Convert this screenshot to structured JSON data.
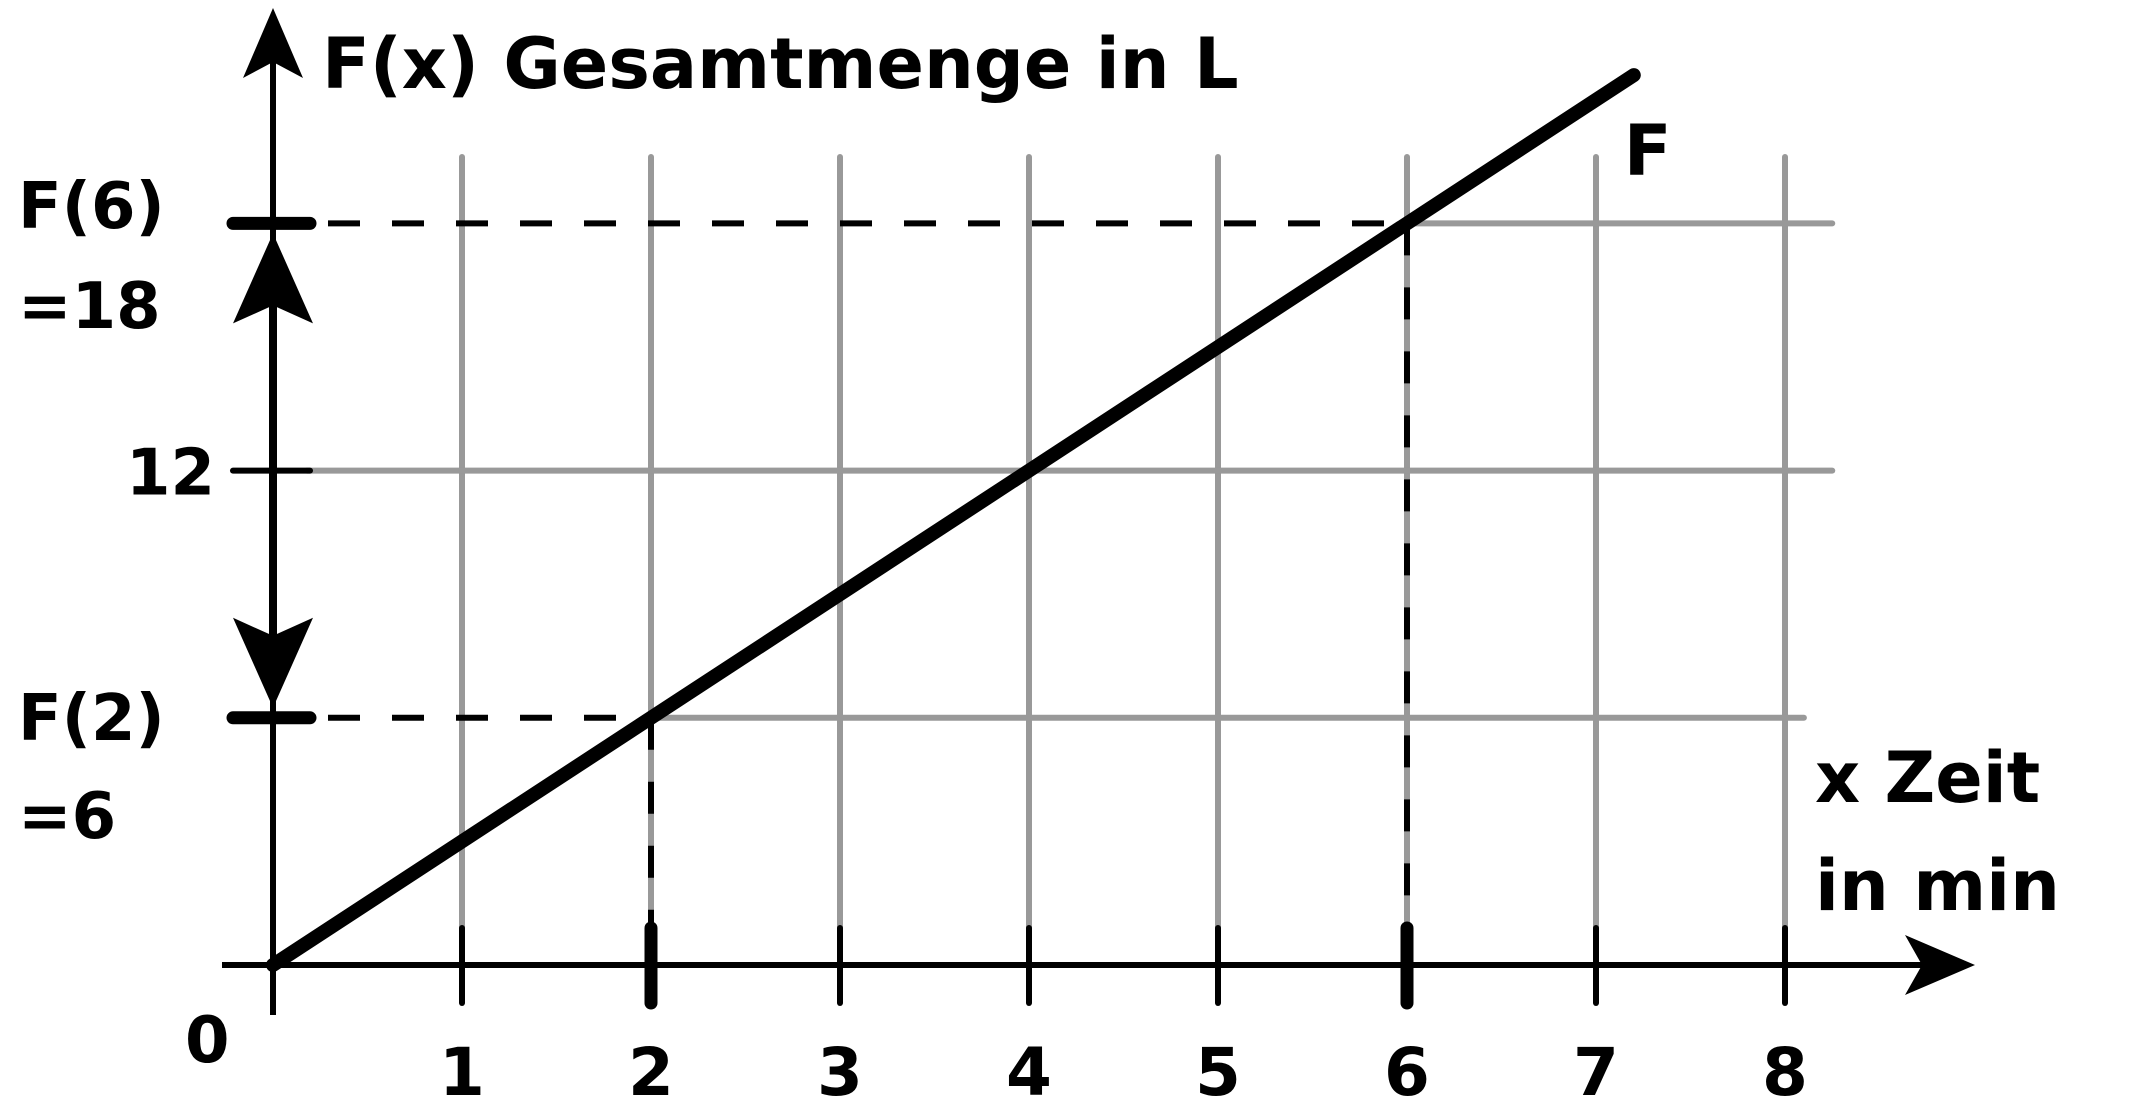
{
  "chart_data": {
    "type": "line",
    "title": "",
    "ylabel": "F(x) Gesamtmenge in L",
    "xlabel_line1": "x Zeit",
    "xlabel_line2": "in min",
    "origin_label": "0",
    "xlim": [
      0,
      8.5
    ],
    "ylim": [
      0,
      23
    ],
    "x_ticks": [
      1,
      2,
      3,
      4,
      5,
      6,
      7,
      8
    ],
    "x_tick_labels": [
      "1",
      "2",
      "3",
      "4",
      "5",
      "6",
      "7",
      "8"
    ],
    "y_ticks": [
      6,
      12,
      18
    ],
    "y_tick_labels": [
      "",
      "12",
      ""
    ],
    "grid": true,
    "series": [
      {
        "name": "F",
        "x": [
          0,
          7.2
        ],
        "y": [
          0,
          21.6
        ],
        "color": "#000000"
      }
    ],
    "annotations": [
      {
        "text_line1": "F(6)",
        "text_line2": "=18",
        "x": 6,
        "y": 18
      },
      {
        "text_line1": "F(2)",
        "text_line2": "=6",
        "x": 2,
        "y": 6
      }
    ],
    "difference_arrow": {
      "from_y": 6,
      "to_y": 18
    },
    "colors": {
      "line": "#000000",
      "grid": "#999999",
      "axis": "#000000"
    }
  }
}
